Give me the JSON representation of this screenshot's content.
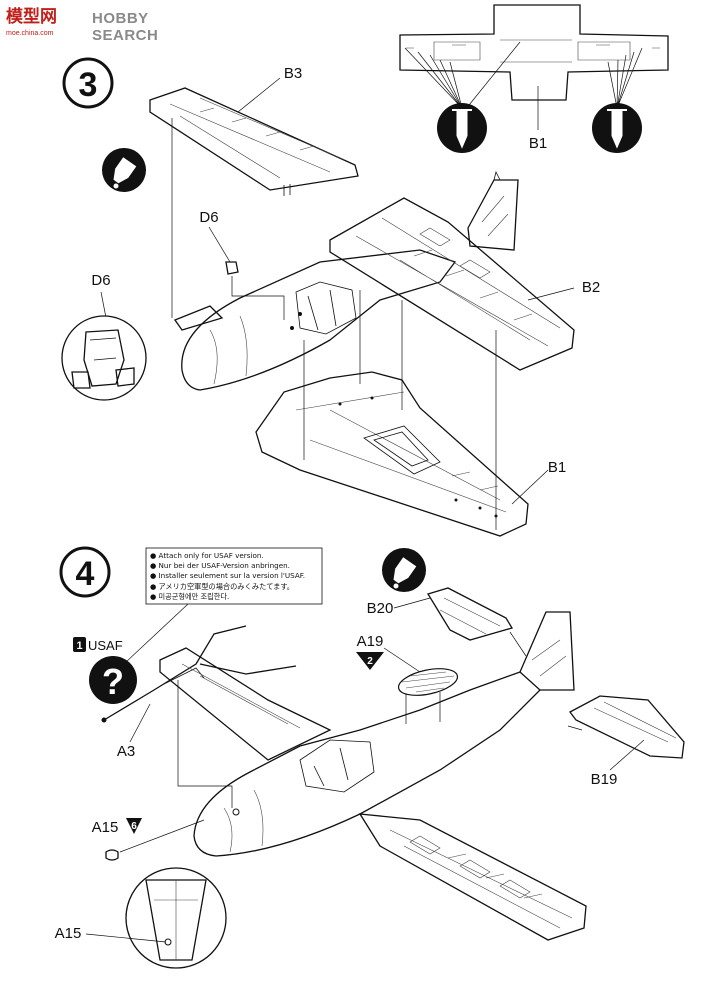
{
  "watermark": {
    "site_name": "HOBBY SEARCH",
    "cn_logo": "模型网",
    "url": "moe.china.com"
  },
  "step3": {
    "number": "3",
    "labels": {
      "b3": "B3",
      "b1_top": "B1",
      "d6": "D6",
      "d6_detail": "D6",
      "b2": "B2",
      "b1": "B1"
    }
  },
  "step4": {
    "number": "4",
    "note": [
      "● Attach only for USAF version.",
      "● Nur bei der USAF-Version anbringen.",
      "● Installer seulement sur la version l'USAF.",
      "● アメリカ空軍型の場合のみくみたてます。",
      "● 미공군형에만 조립한다."
    ],
    "option_badge": "1",
    "option_text": "USAF",
    "question_mark": "?",
    "labels": {
      "b20": "B20",
      "a19": "A19",
      "a19_qty": "2",
      "a3": "A3",
      "b19": "B19",
      "a15": "A15",
      "a15_qty": "6",
      "a15_detail": "A15"
    }
  }
}
